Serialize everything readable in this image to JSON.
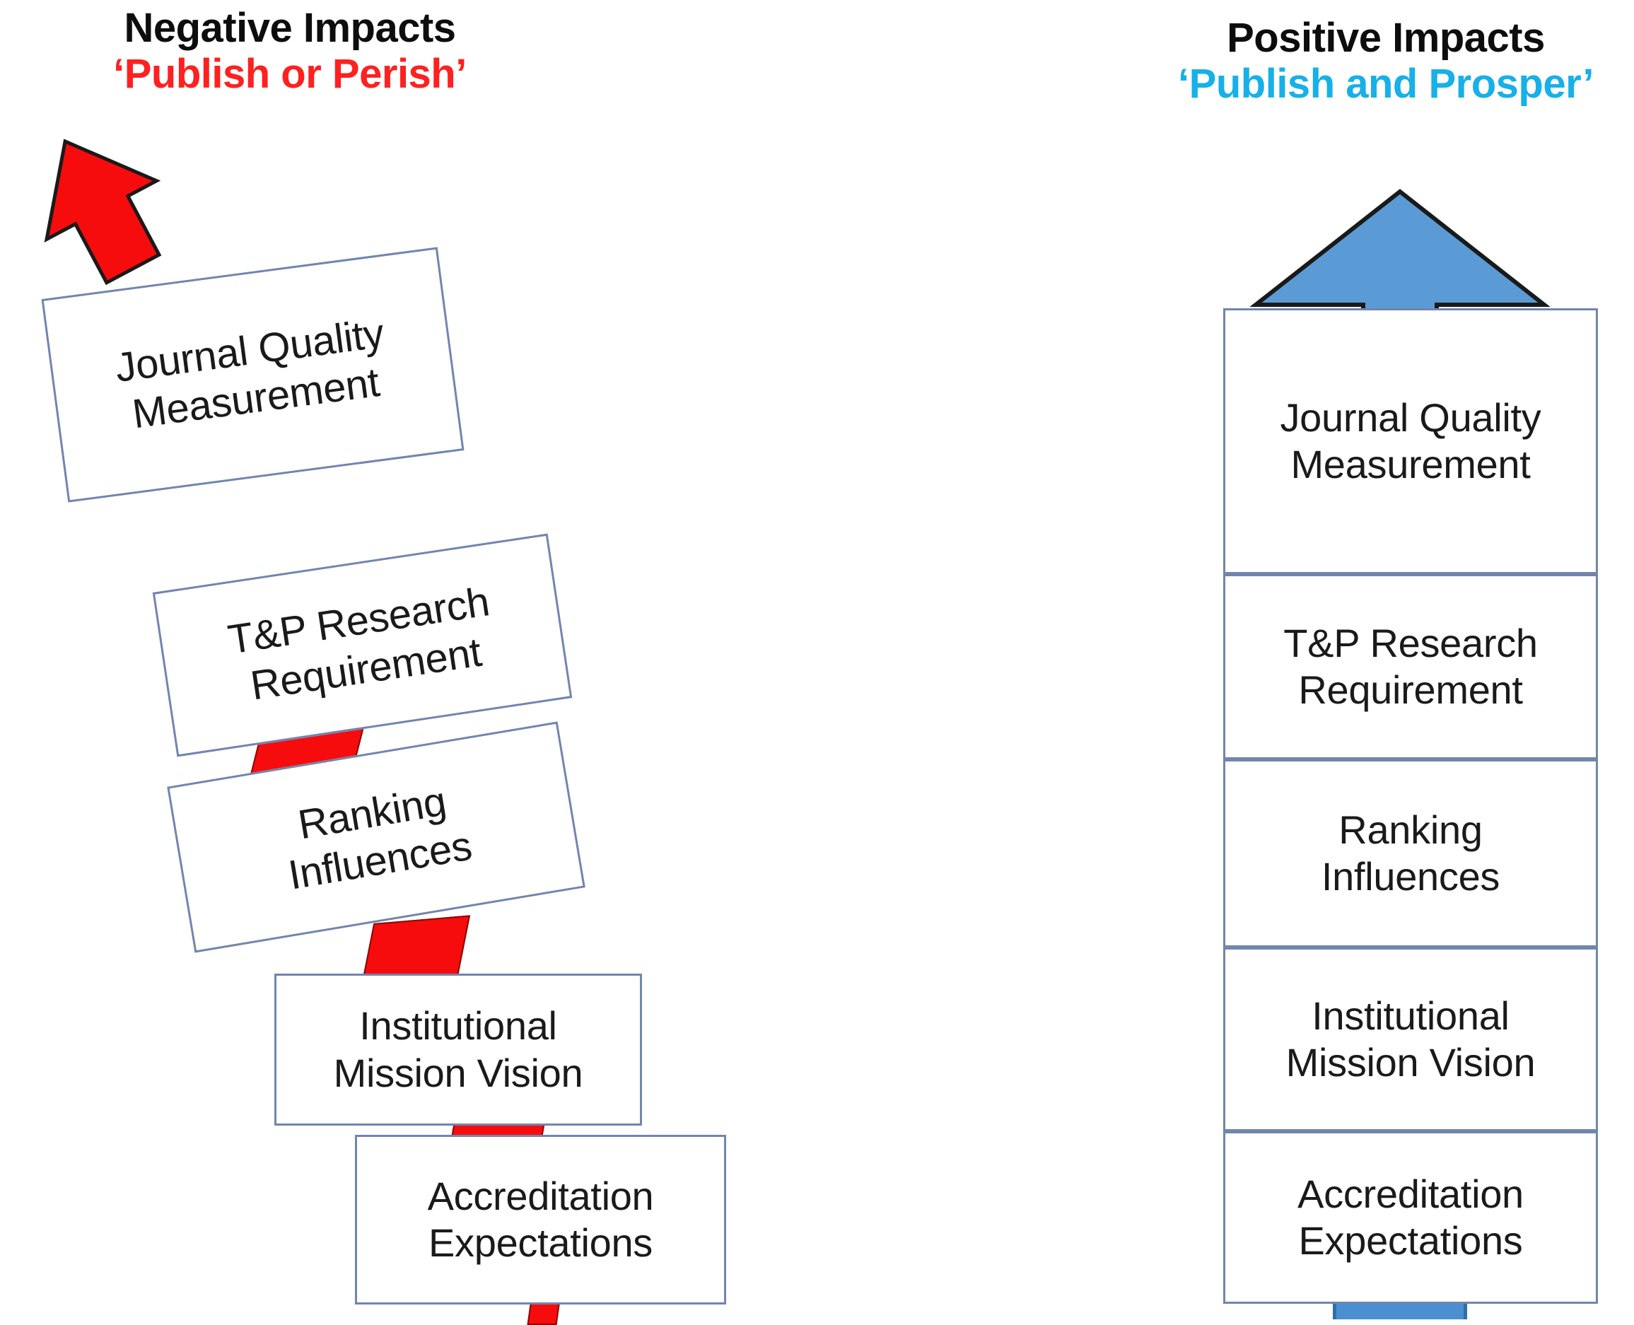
{
  "headings": {
    "negative": {
      "main": "Negative Impacts",
      "sub": "‘Publish or Perish’",
      "sub_color": "#FF2020"
    },
    "positive": {
      "main": "Positive Impacts",
      "sub": "‘Publish and Prosper’",
      "sub_color": "#17B0E8"
    }
  },
  "colors": {
    "box_border": "#7285AE",
    "box_fill": "#FFFFFF",
    "negative_accent": "#F60C0C",
    "positive_accent": "#4A90D0",
    "positive_accent_dark": "#2F6FA8",
    "text": "#1A1A1A"
  },
  "chart_data": {
    "type": "diagram",
    "title": "Impacts of journal quality measurement on academic publishing",
    "columns": [
      {
        "name": "negative",
        "heading": "Negative Impacts",
        "subheading": "‘Publish or Perish’",
        "style": "unstable tilted stack",
        "arrow": {
          "direction": "up-left",
          "color": "#F60C0C"
        },
        "connector_color": "#F60C0C",
        "nodes": [
          {
            "line1": "Journal Quality",
            "line2": "Measurement",
            "tilt_deg": -7
          },
          {
            "line1": "T&P Research",
            "line2": "Requirement",
            "tilt_deg": -8
          },
          {
            "line1": "Ranking",
            "line2": "Influences",
            "tilt_deg": -9
          },
          {
            "line1": "Institutional",
            "line2": "Mission Vision",
            "tilt_deg": 0
          },
          {
            "line1": "Accreditation",
            "line2": "Expectations",
            "tilt_deg": 0
          }
        ]
      },
      {
        "name": "positive",
        "heading": "Positive Impacts",
        "subheading": "‘Publish and Prosper’",
        "style": "stable aligned stack",
        "arrow": {
          "direction": "up",
          "color": "#4A90D0"
        },
        "connector_color": "#4A90D0",
        "nodes": [
          {
            "line1": "Journal Quality",
            "line2": "Measurement",
            "tilt_deg": 0
          },
          {
            "line1": "T&P Research",
            "line2": "Requirement",
            "tilt_deg": 0
          },
          {
            "line1": "Ranking",
            "line2": "Influences",
            "tilt_deg": 0
          },
          {
            "line1": "Institutional",
            "line2": "Mission Vision",
            "tilt_deg": 0
          },
          {
            "line1": "Accreditation",
            "line2": "Expectations",
            "tilt_deg": 0
          }
        ]
      }
    ]
  }
}
